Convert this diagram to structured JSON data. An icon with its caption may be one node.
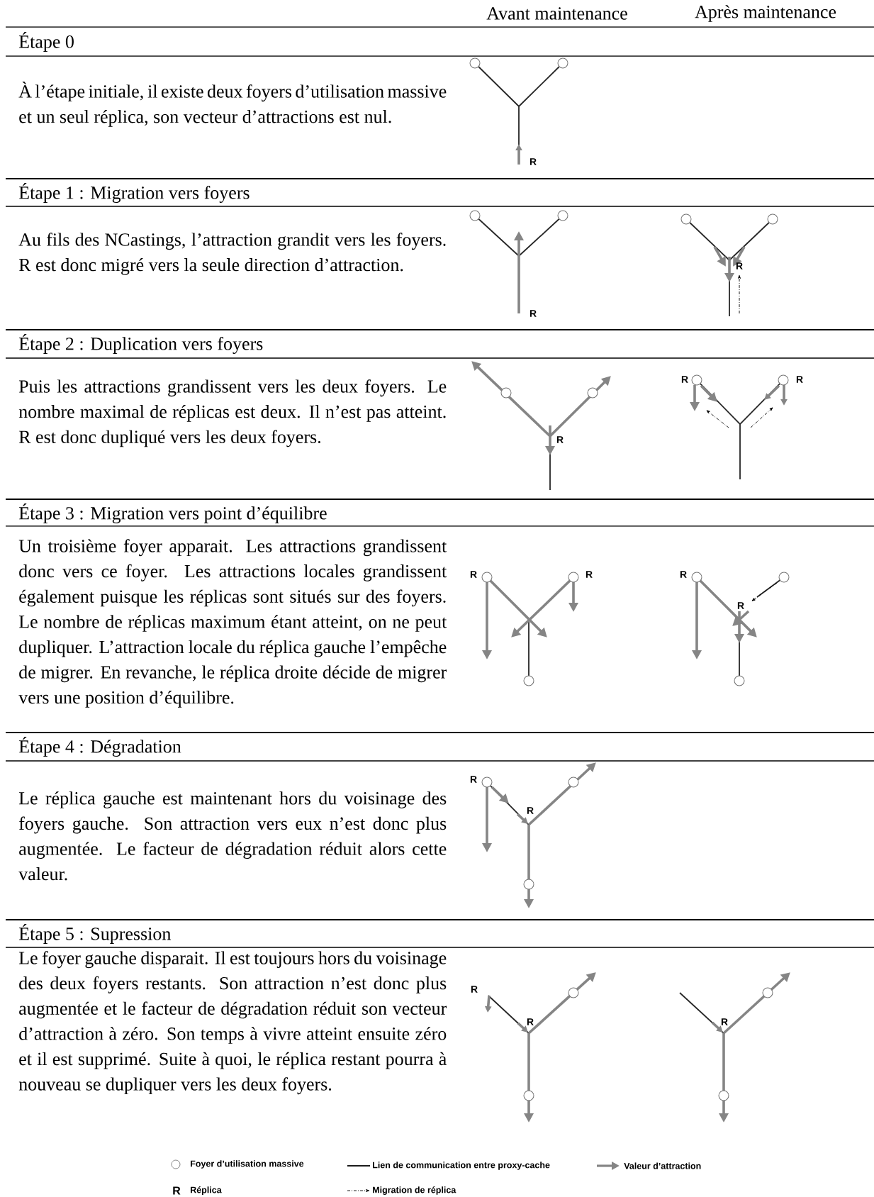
{
  "diagram": {
    "labels": [
      "Avant maintenance",
      "Après maintenance",
      "Étape 0",
      "À l’étape initiale, il existe deux foyers d’utilisation massive et un seul réplica, son vecteur d’attractions est nul.",
      "R",
      "Étape 1 : Migration vers foyers",
      "Au fils des NCastings, l’attraction grandit vers les foyers. R est donc migré vers la seule direction d’attraction.",
      "R",
      "R",
      "Étape 2 : Duplication vers foyers",
      "Puis les attractions grandissent vers les deux foyers. Le nombre maximal de réplicas est deux. Il n’est pas atteint. R est donc dupliqué vers les deux foyers.",
      "R",
      "R",
      "R",
      "Étape 3 : Migration vers point d’équilibre",
      "Un troisième foyer apparait. Les attractions grandissent donc vers ce foyer. Les attractions locales grandissent également puisque les réplicas sont situés sur des foyers. Le nombre de réplicas maximum étant atteint, on ne peut dupliquer. L’attraction locale du réplica gauche l’empêche de migrer. En revanche, le réplica droite décide de migrer vers une position d’équilibre.",
      "R",
      "R",
      "R",
      "R",
      "Étape 4 : Dégradation",
      "Le réplica gauche est maintenant hors du voisinage des foyers gauche. Son attraction vers eux n’est donc plus augmentée. Le facteur de dégradation réduit alors cette valeur.",
      "R",
      "R",
      "Étape 5 : Supression",
      "Le foyer gauche disparait. Il est toujours hors du voisinage des deux foyers restants. Son attraction n’est donc plus augmentée et le facteur de dégradation réduit son vecteur d’attraction à zéro. Son temps à vivre atteint ensuite zéro et il est supprimé. Suite à quoi, le réplica restant pourra à nouveau se dupliquer vers les deux foyers.",
      "R",
      "R",
      "R",
      "R"
    ],
    "legend": [
      {
        "text": "Foyer d’utilisation massive"
      },
      {
        "text": "Lien de communication entre proxy-cache"
      },
      {
        "text": "Valeur d’attraction"
      },
      {
        "text": "Réplica"
      },
      {
        "text": "Migration de réplica"
      }
    ]
  }
}
